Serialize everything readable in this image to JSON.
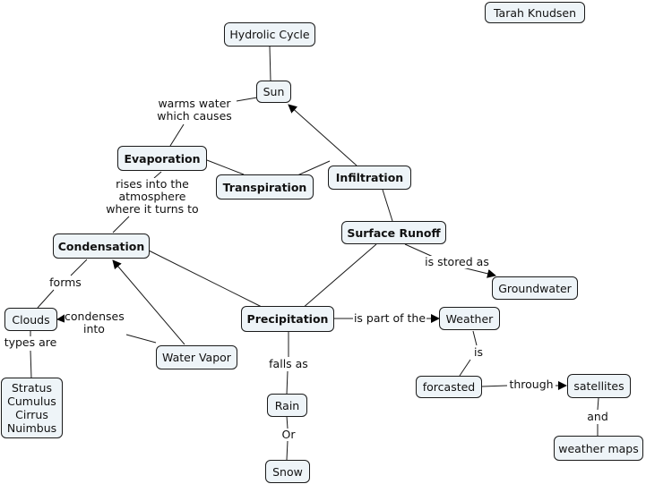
{
  "author": "Tarah Knudsen",
  "nodes": {
    "hydrologic_cycle": "Hydrolic Cycle",
    "sun": "Sun",
    "evaporation": "Evaporation",
    "transpiration": "Transpiration",
    "infiltration": "Infiltration",
    "surface_runoff": "Surface Runoff",
    "condensation": "Condensation",
    "groundwater": "Groundwater",
    "clouds": "Clouds",
    "precipitation": "Precipitation",
    "weather": "Weather",
    "water_vapor": "Water Vapor",
    "cloud_types": "Stratus\nCumulus\nCirrus\nNuimbus",
    "rain": "Rain",
    "forcasted": "forcasted",
    "satellites": "satellites",
    "snow": "Snow",
    "weather_maps": "weather maps"
  },
  "links": {
    "warms_water": "warms water\nwhich causes",
    "rises_into": "rises into the\natmosphere\nwhere it turns to",
    "is_stored_as": "is stored as",
    "forms": "forms",
    "condenses_into": "condenses\ninto",
    "types_are": "types are",
    "is_part_of": "is part of the",
    "falls_as": "falls as",
    "is": "is",
    "through": "through",
    "or": "Or",
    "and": "and"
  },
  "colors": {
    "node_fill": "#eef4f8",
    "line": "#1a1a1a"
  }
}
